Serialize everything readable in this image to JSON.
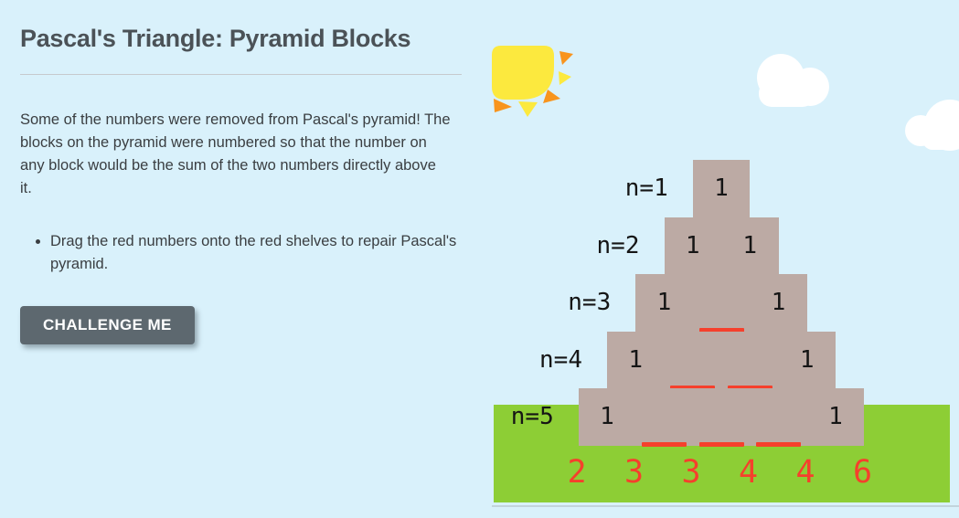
{
  "panel": {
    "title": "Pascal's Triangle: Pyramid Blocks",
    "description": "Some of the numbers were removed from Pascal's pyramid! The blocks on the pyramid were numbered so that the number on any block would be the sum of the two numbers directly above it.",
    "bullets": [
      "Drag the red numbers onto the red shelves to repair Pascal's pyramid."
    ],
    "button_label": "CHALLENGE ME"
  },
  "scene": {
    "rows": [
      {
        "label": "n=1",
        "cells": [
          "1"
        ]
      },
      {
        "label": "n=2",
        "cells": [
          "1",
          "1"
        ]
      },
      {
        "label": "n=3",
        "cells": [
          "1",
          null,
          "1"
        ]
      },
      {
        "label": "n=4",
        "cells": [
          "1",
          null,
          null,
          "1"
        ]
      },
      {
        "label": "n=5",
        "cells": [
          "1",
          null,
          null,
          null,
          "1"
        ]
      }
    ],
    "shelf_note": "null cells are empty positions shown as red shelves",
    "draggable_numbers": [
      "2",
      "3",
      "3",
      "4",
      "4",
      "6"
    ],
    "icons": [
      "sun-icon",
      "cloud-icon",
      "cloud-icon"
    ],
    "colors": {
      "sky": "#d9f1fb",
      "block": "#bcaaa4",
      "shelf_red": "#f5402c",
      "draggable_number_red": "#f5402c",
      "grass": "#8dce35",
      "sun_yellow": "#fce93e",
      "sun_orange": "#f8941d",
      "cloud_white": "#ffffff",
      "button": "#5d686f"
    }
  }
}
